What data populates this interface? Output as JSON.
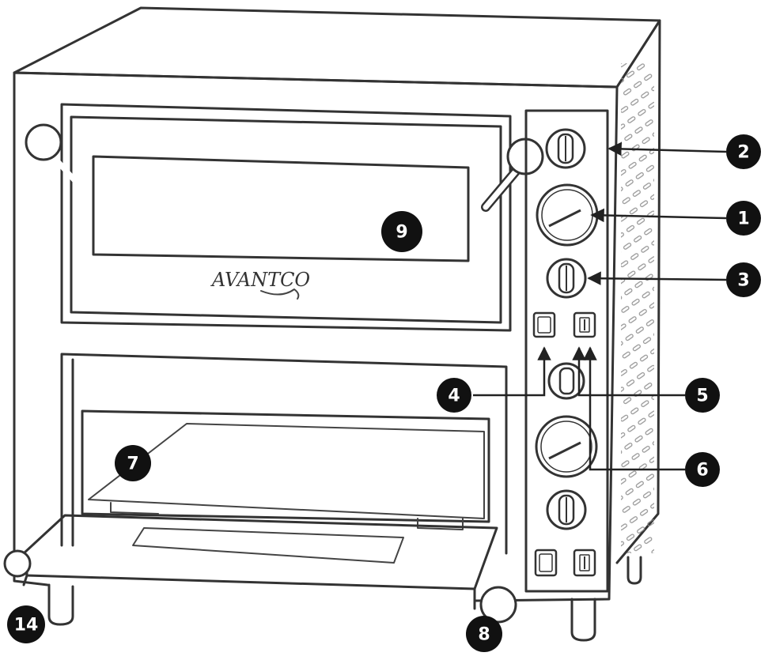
{
  "diagram": {
    "brand_logo": "AVANTCO",
    "colors": {
      "outline": "#333333",
      "callout_fill": "#111111",
      "callout_text": "#ffffff",
      "background": "#ffffff"
    },
    "callouts": [
      {
        "id": "c1",
        "label": "1"
      },
      {
        "id": "c2",
        "label": "2"
      },
      {
        "id": "c3",
        "label": "3"
      },
      {
        "id": "c4",
        "label": "4"
      },
      {
        "id": "c5",
        "label": "5"
      },
      {
        "id": "c6",
        "label": "6"
      },
      {
        "id": "c7",
        "label": "7"
      },
      {
        "id": "c8",
        "label": "8"
      },
      {
        "id": "c9",
        "label": "9"
      },
      {
        "id": "c14",
        "label": "14"
      }
    ]
  }
}
